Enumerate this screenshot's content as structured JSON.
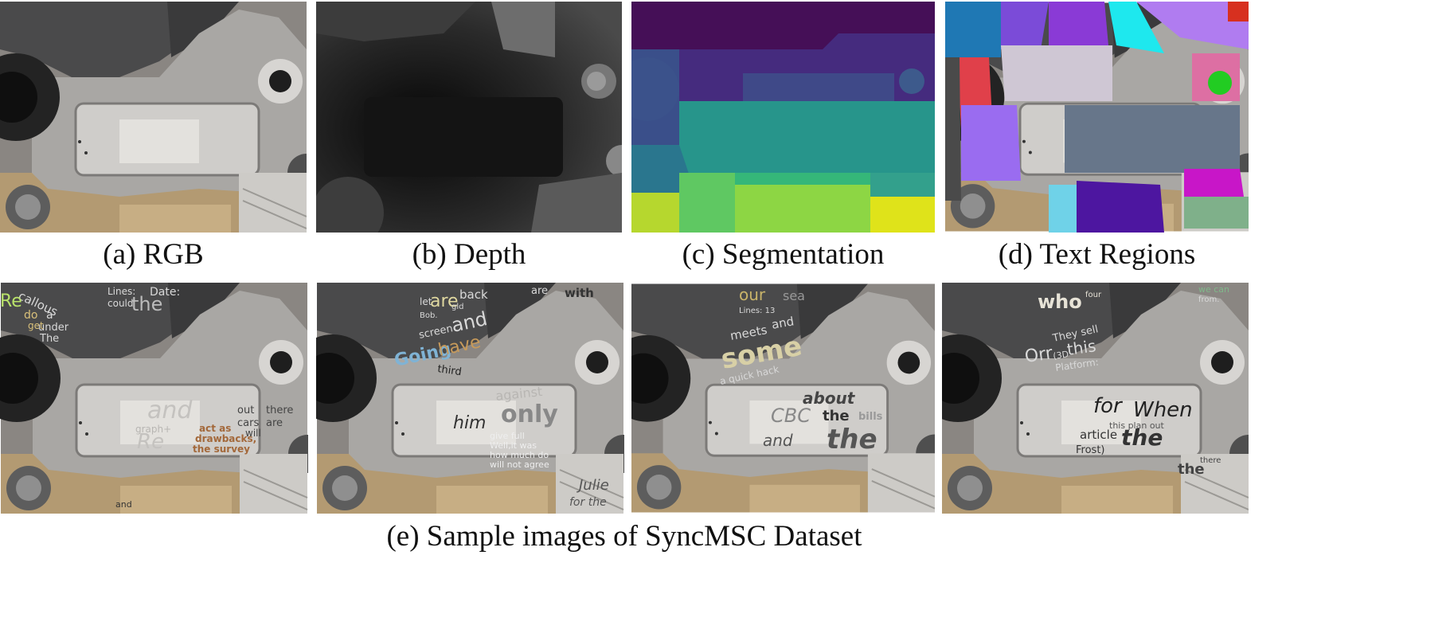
{
  "figure": {
    "captions": {
      "rgb": "(a) RGB",
      "depth": "(b) Depth",
      "segmentation": "(c) Segmentation",
      "text_regions": "(d) Text Regions",
      "samples": "(e)  Sample images of SyncMSC Dataset"
    },
    "samples": [
      {
        "words": [
          "callous",
          "Re",
          "do",
          "a",
          "under",
          "get",
          "The",
          "Lines:",
          "could",
          "the",
          "Date:",
          "and",
          "out",
          "there",
          "cars",
          "are",
          "graph+",
          "act as",
          "will",
          "Re",
          "drawbacks,",
          "the survey",
          "and"
        ]
      },
      {
        "words": [
          "let",
          "are",
          "back",
          "gld",
          "Bob.",
          "screen",
          "and",
          "Going",
          "have",
          "third",
          "are",
          "with",
          "against",
          "him",
          "only",
          "give full",
          "Well,it was",
          "how much do",
          "will not agree",
          "Julie",
          "for the"
        ]
      },
      {
        "words": [
          "our",
          "sea",
          "Lines: 13",
          "meets",
          "and",
          "some",
          "a quick hack",
          "about",
          "CBC",
          "the",
          "bills",
          "and",
          "the"
        ]
      },
      {
        "words": [
          "who",
          "four",
          "we can",
          "from.",
          "They sell",
          "Orr",
          "(3D",
          "this",
          "Platform:",
          "for",
          "When",
          "this plan out",
          "article",
          "the",
          "Frost)",
          "the",
          "there"
        ]
      }
    ]
  }
}
